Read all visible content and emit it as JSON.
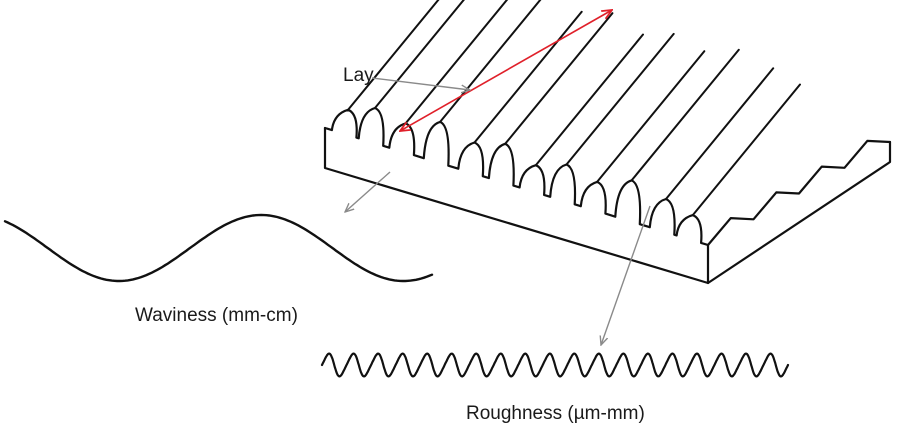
{
  "labels": {
    "lay": "Lay",
    "waviness": "Waviness (mm-cm)",
    "roughness": "Roughness (µm-mm)"
  },
  "colors": {
    "stroke": "#111111",
    "pointer_arrow": "#8a8a8a",
    "lay_arrow": "#e0202a"
  }
}
